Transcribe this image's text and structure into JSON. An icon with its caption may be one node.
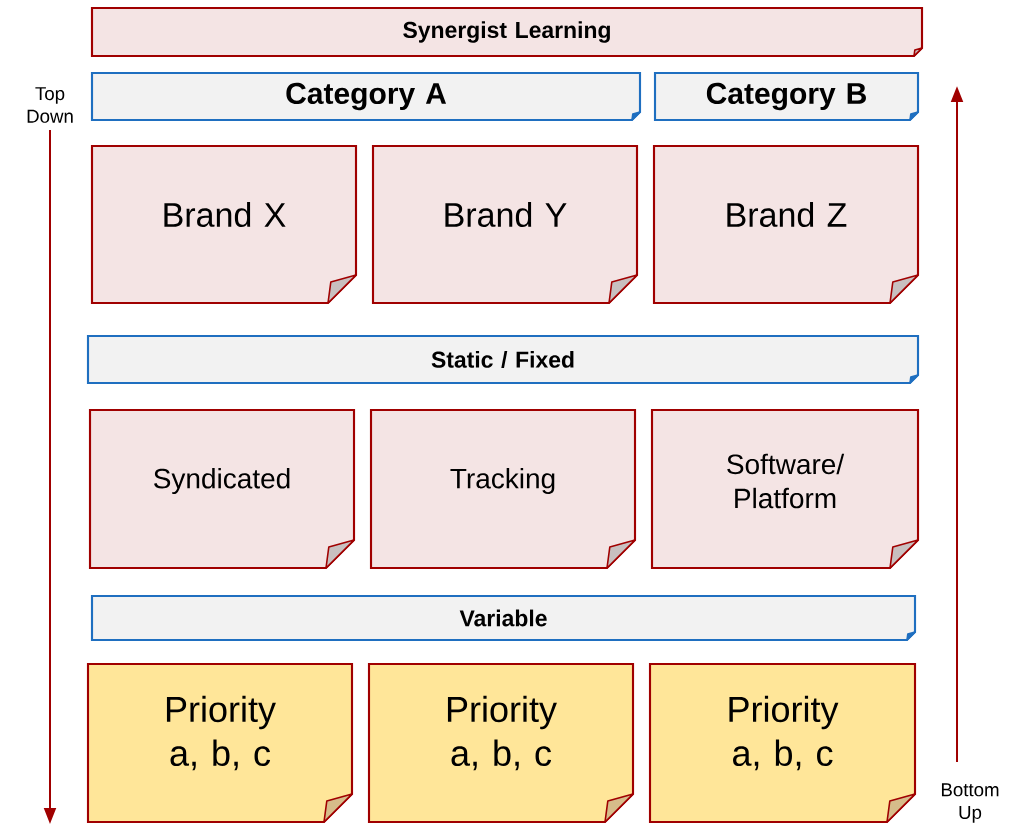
{
  "diagram": {
    "nodes": [
      {
        "text": [
          "Synergist Learning"
        ]
      },
      {
        "text": [
          "Category A"
        ]
      },
      {
        "text": [
          "Category B"
        ]
      },
      {
        "text": [
          "Brand X"
        ]
      },
      {
        "text": [
          "Brand Y"
        ]
      },
      {
        "text": [
          "Brand Z"
        ]
      },
      {
        "text": [
          "Static / Fixed"
        ]
      },
      {
        "text": [
          "Syndicated"
        ]
      },
      {
        "text": [
          "Tracking"
        ]
      },
      {
        "text": [
          "Software/ Platform"
        ]
      },
      {
        "text": [
          "Variable"
        ]
      },
      {
        "text": [
          "Priority a, b, c"
        ]
      },
      {
        "text": [
          "Priority a, b, c"
        ]
      },
      {
        "text": [
          "Priority a, b, c"
        ]
      }
    ],
    "labels": [
      "Top Down",
      "Bottom Up"
    ]
  }
}
